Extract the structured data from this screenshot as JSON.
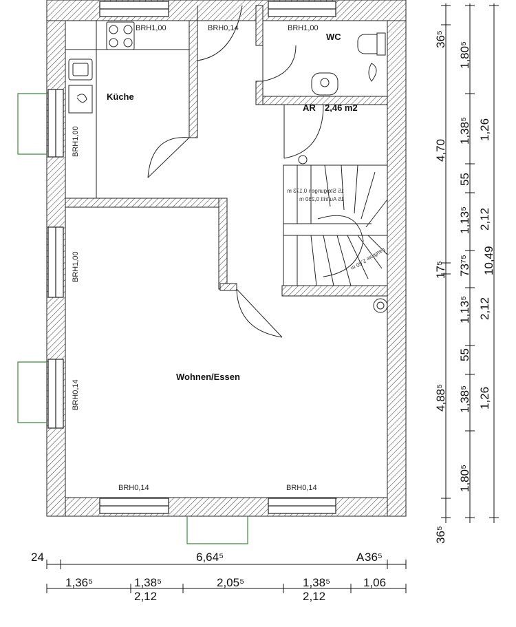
{
  "rooms": {
    "kueche": "Küche",
    "wc": "WC",
    "ar": "AR",
    "ar_area": "2,46 m2",
    "wohnen": "Wohnen/Essen"
  },
  "brh": {
    "kitchen_top": "BRH1,00",
    "door_top": "BRH0,14",
    "wc_top": "BRH1,00",
    "left_kitchen": "BRH1,00",
    "left_mid": "BRH1,00",
    "left_low": "BRH0,14",
    "bottom_left": "BRH0,14",
    "bottom_right": "BRH0,14"
  },
  "stairs": {
    "line1": "15 Steigungen 0,173 m",
    "line2": "15 Auftritt 0,260 m",
    "line3": "Lauflinie 2,60 m"
  },
  "dims_right_col1": [
    "36⁵",
    "4,70",
    "17⁵",
    "4,88⁵",
    "36⁵"
  ],
  "dims_right_col2": [
    "1,80⁵",
    "1,38⁵",
    "55",
    "1,13⁵",
    "73⁷⁵",
    "1,13⁵",
    "55",
    "1,38⁵",
    "1,80⁵"
  ],
  "dims_right_col3": [
    "1,26",
    "2,12",
    "2,12",
    "1,26"
  ],
  "dims_right_total": "10,49",
  "dims_bottom_row1": [
    "24",
    "6,64⁵",
    "36⁵"
  ],
  "dims_bottom_row2": [
    "1,36⁵",
    "1,38⁵",
    "2,05⁵",
    "1,38⁵",
    "1,06"
  ],
  "dims_bottom_sub": [
    "2,12",
    "2,12"
  ],
  "section_marker": "A"
}
